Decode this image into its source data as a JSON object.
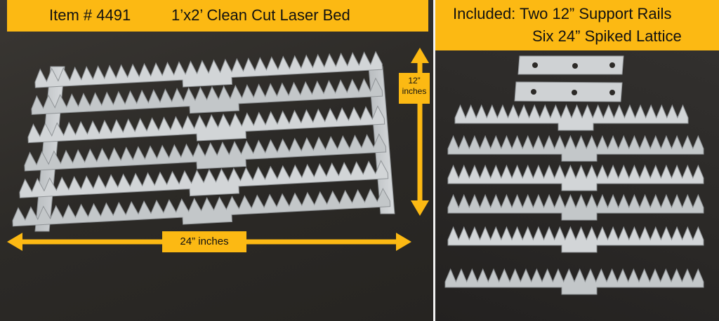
{
  "left_banner": {
    "item_number": "Item # 4491",
    "product_name": "1’x2’ Clean Cut Laser Bed"
  },
  "right_banner": {
    "line1": "Included: Two 12” Support Rails",
    "line2": "Six 24”  Spiked Lattice"
  },
  "dimensions": {
    "height_value": "12”",
    "height_unit": "inches",
    "width_label": "24” inches"
  },
  "colors": {
    "banner": "#fcb913",
    "metal": "#c9ccce",
    "background": "#2a2825"
  }
}
